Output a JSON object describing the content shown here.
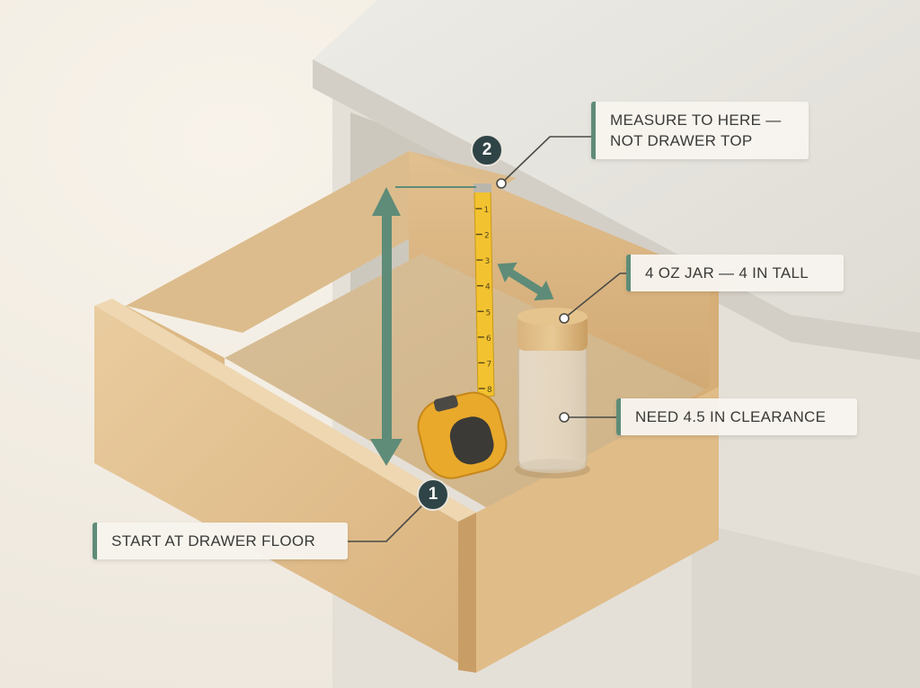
{
  "steps": {
    "step1": {
      "number": "1"
    },
    "step2": {
      "number": "2"
    }
  },
  "callouts": {
    "measure_top": {
      "line1": "MEASURE TO HERE —",
      "line2": "NOT DRAWER TOP"
    },
    "jar": {
      "line1": "4 OZ JAR — 4 IN TALL"
    },
    "clearance": {
      "line1": "NEED 4.5 IN CLEARANCE"
    },
    "start": {
      "line1": "START AT DRAWER FLOOR"
    }
  },
  "tape_ticks": [
    "1",
    "2",
    "3",
    "4",
    "5",
    "6",
    "7",
    "8"
  ],
  "colors": {
    "accent": "#5e8c78",
    "badge": "#2f4446",
    "wood": "#e3c294",
    "tape": "#f2c230",
    "counter": "#e6e2da"
  },
  "icons": {
    "vertical_arrow": "double-arrow-vertical-icon",
    "horizontal_arrow": "double-arrow-diagonal-icon"
  }
}
